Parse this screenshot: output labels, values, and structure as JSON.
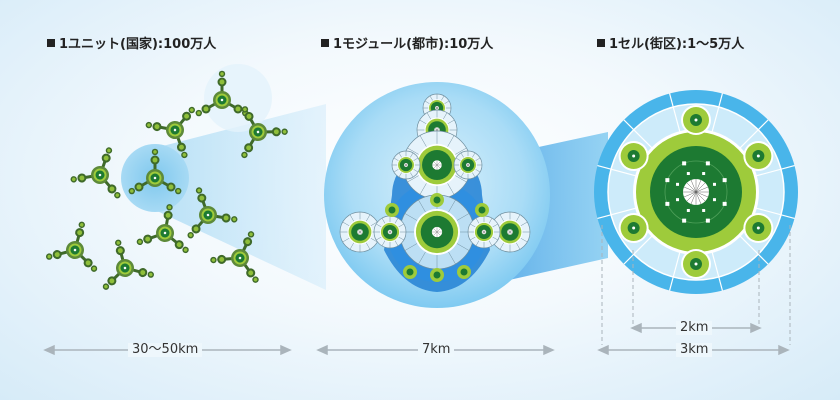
{
  "titles": {
    "unit": "1ユニット(国家):100万人",
    "module": "1モジュール(都市):10万人",
    "cell": "1セル(街区):1〜5万人"
  },
  "dimensions": {
    "unit": "30〜50km",
    "module": "7km",
    "cell_inner": "2km",
    "cell_outer": "3km"
  },
  "colors": {
    "dark_green": "#1d7a32",
    "light_green": "#9ecb3b",
    "sky_blue": "#4db6ea",
    "deep_blue": "#2a86d6",
    "gray_line": "#aab4bb"
  }
}
